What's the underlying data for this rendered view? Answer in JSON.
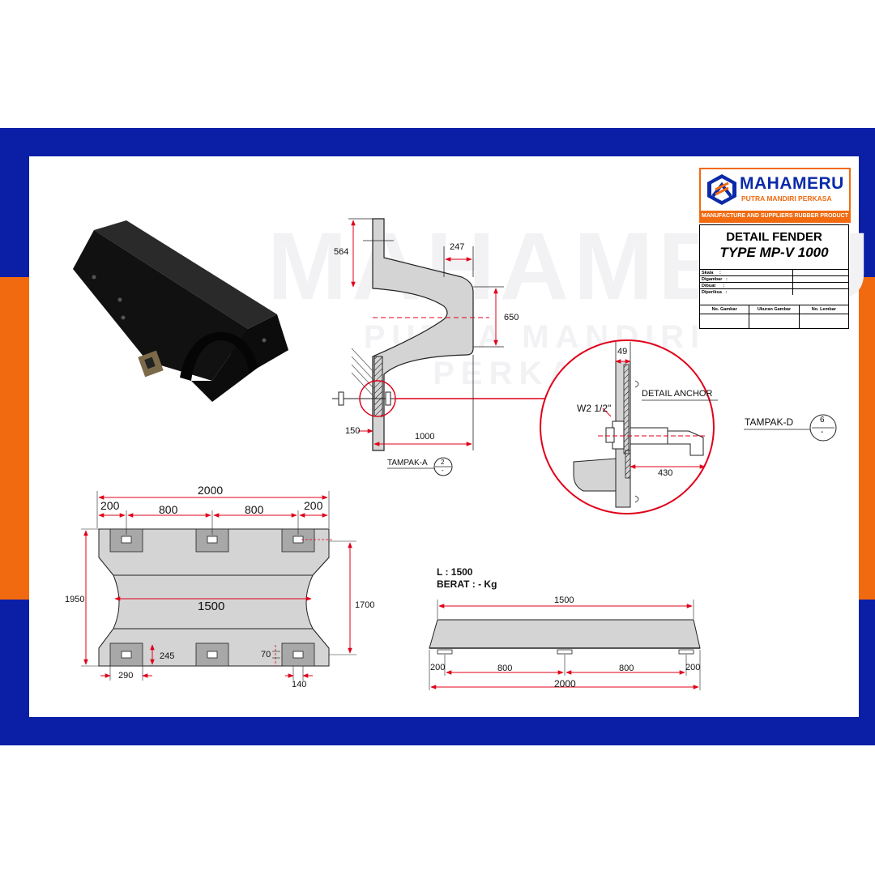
{
  "logo": {
    "brand": "MAHAMERU",
    "subtitle": "PUTRA MANDIRI PERKASA",
    "tagline": "MANUFACTURE AND SUPPLIERS RUBBER PRODUCT"
  },
  "watermark": {
    "line1": "MAHAMERU",
    "line2": "PUTRA MANDIRI PERKASA"
  },
  "title_block": {
    "title": "DETAIL FENDER",
    "type": "TYPE MP-V 1000",
    "rows": [
      {
        "label": "Skala",
        "sep": ":"
      },
      {
        "label": "Digambar",
        "sep": ":"
      },
      {
        "label": "Dibuat",
        "sep": ":"
      },
      {
        "label": "Diperiksa",
        "sep": ":"
      }
    ],
    "columns": [
      "No. Gambar",
      "Ukuran Gambar",
      "No. Lembar"
    ]
  },
  "side_view": {
    "dim_564": "564",
    "dim_247": "247",
    "dim_650": "650",
    "dim_150": "150",
    "dim_1000": "1000",
    "view_label": "TAMPAK-A",
    "ref_top": "2",
    "ref_bottom": "-"
  },
  "anchor_detail": {
    "dim_49": "49",
    "bolt_label": "W2 1/2\"",
    "title": "DETAIL ANCHOR",
    "dim_430": "430",
    "view_label": "TAMPAK-D",
    "ref_top": "6",
    "ref_bottom": "-"
  },
  "plan_view": {
    "total": "2000",
    "seg_200_l": "200",
    "seg_800_l": "800",
    "seg_800_r": "800",
    "seg_200_r": "200",
    "height": "1950",
    "inner": "1500",
    "inner_h": "1700",
    "dim_245": "245",
    "dim_70": "70",
    "dim_290": "290",
    "dim_140": "140"
  },
  "front_view": {
    "length_label": "L : 1500",
    "weight_label": "BERAT : - Kg",
    "top": "1500",
    "seg_200_l": "200",
    "seg_800_l": "800",
    "seg_800_r": "800",
    "seg_200_r": "200",
    "total": "2000"
  },
  "colors": {
    "blue": "#0b1fa6",
    "orange": "#f26a10",
    "dimension_red": "#e0001a",
    "rubber_fill": "#d4d4d4"
  }
}
